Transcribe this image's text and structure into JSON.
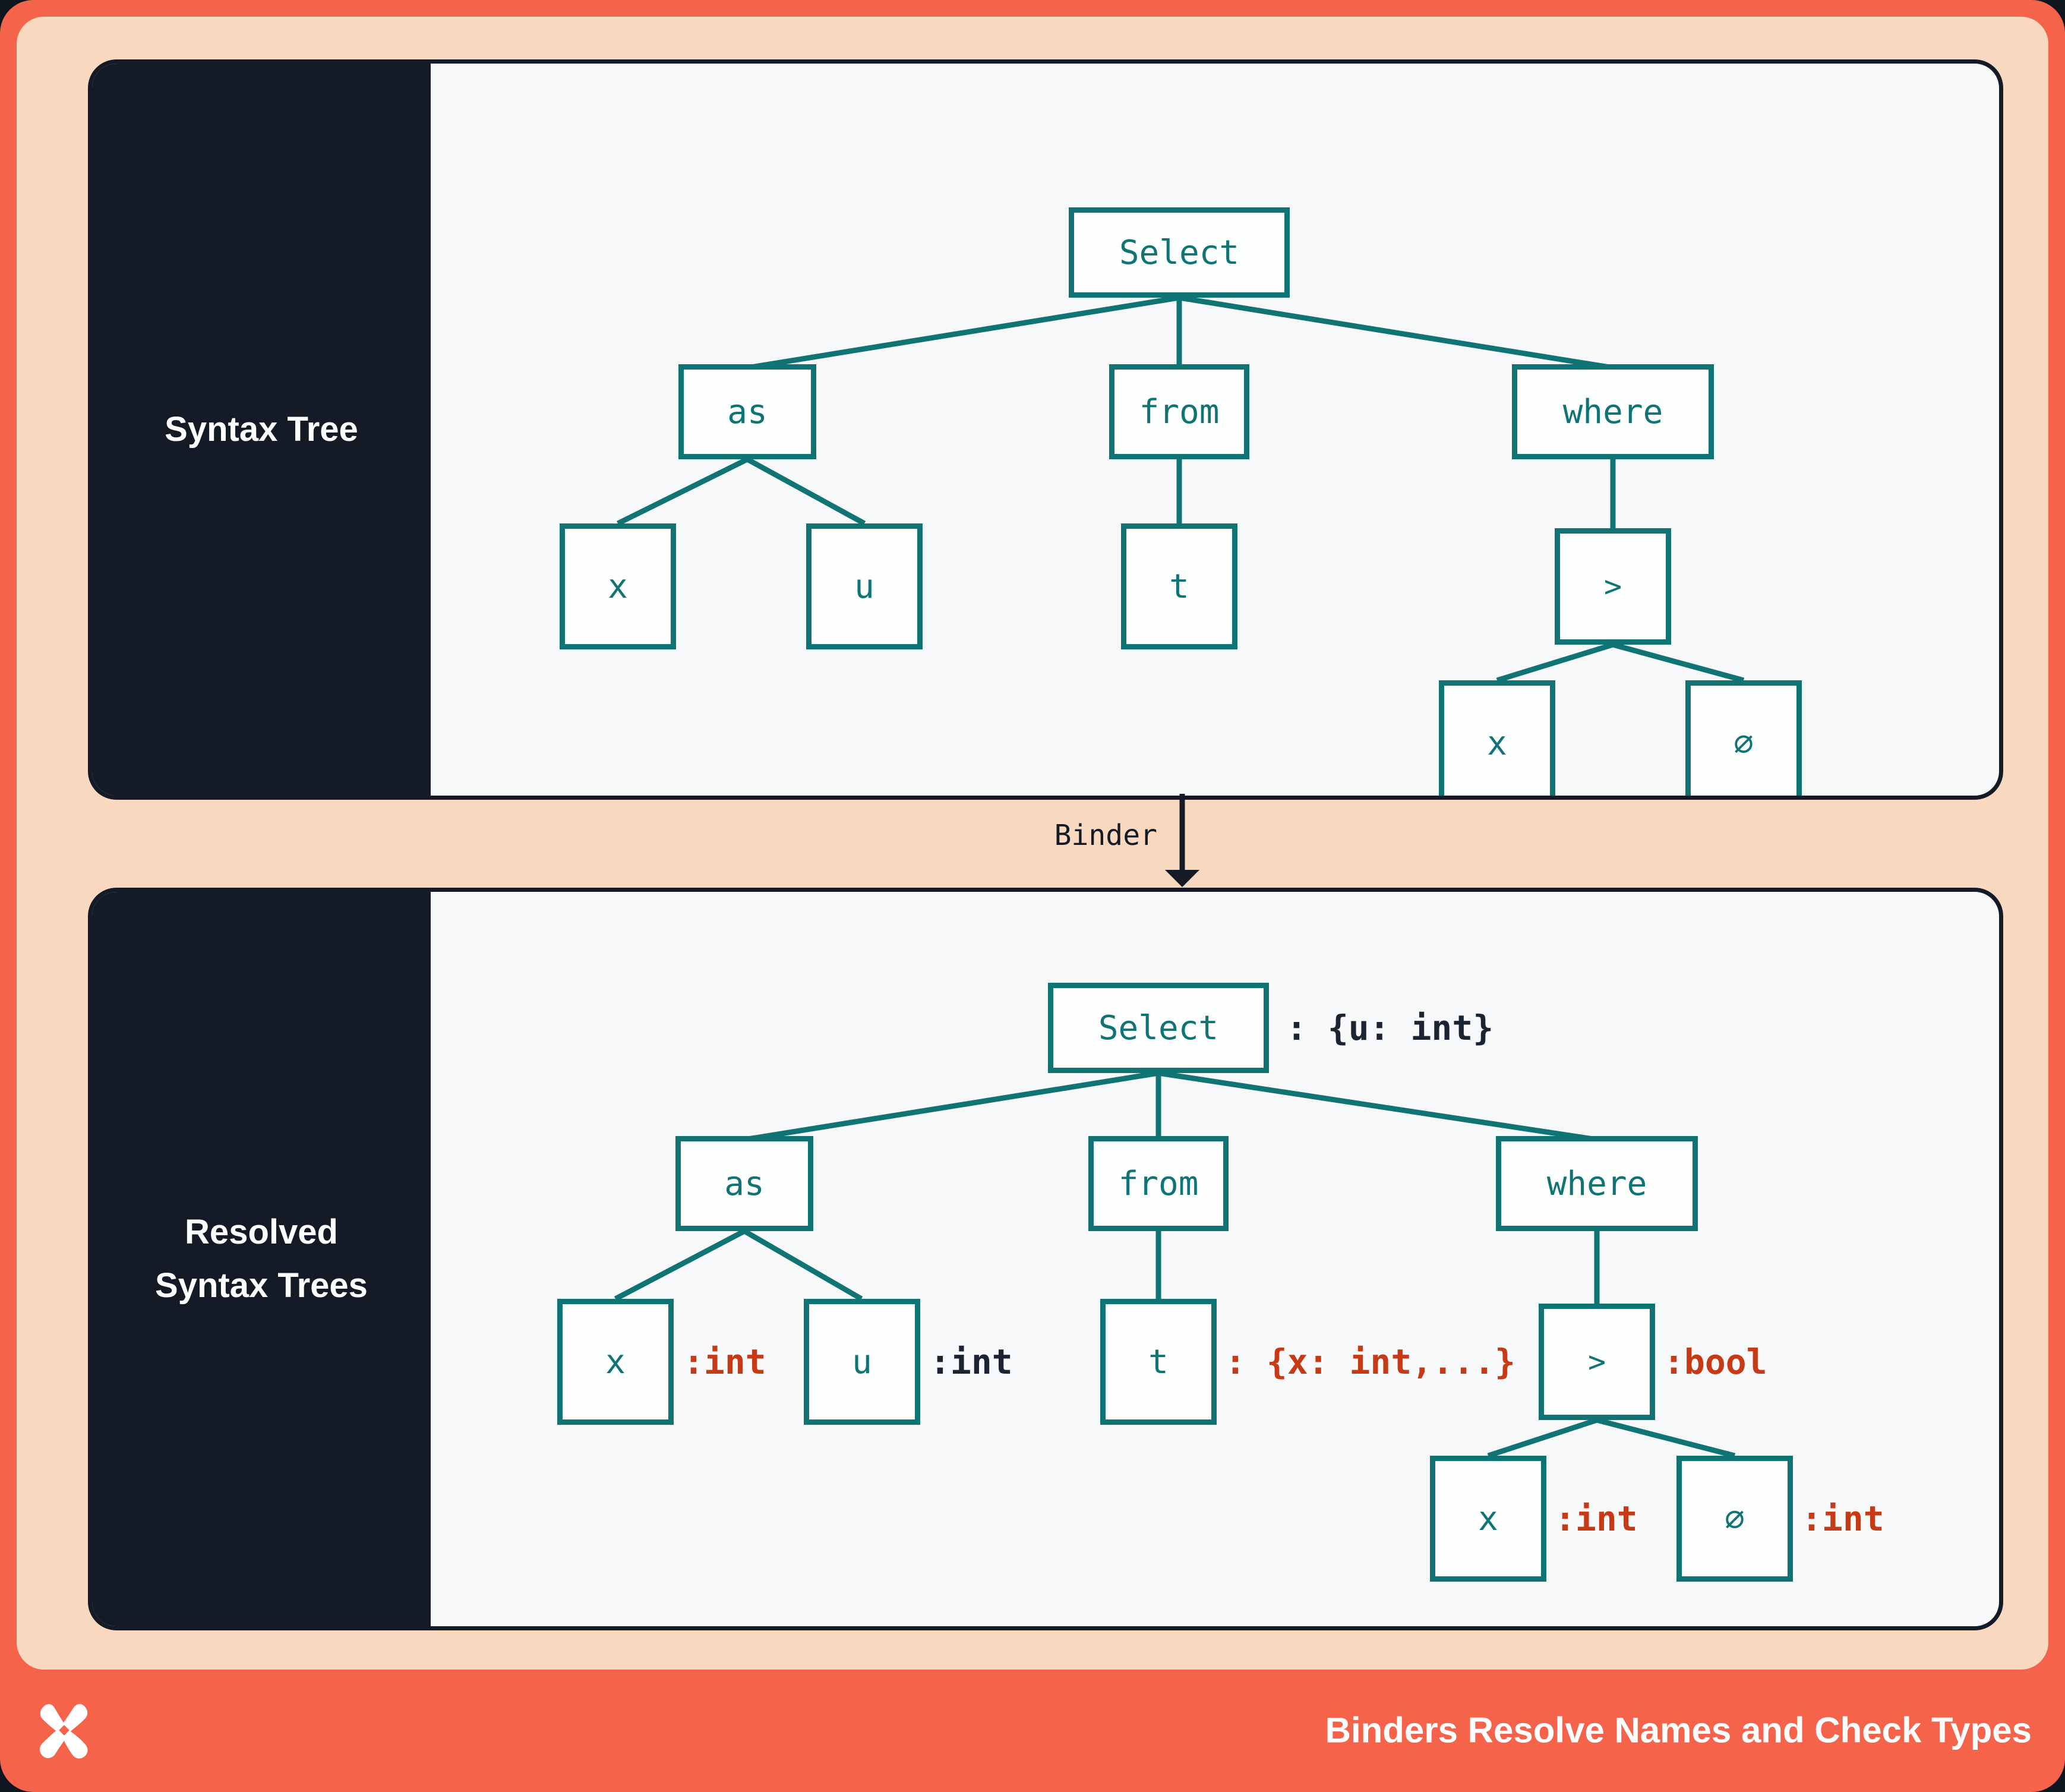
{
  "palette": {
    "coral": "#F4634A",
    "peach": "#F8D9BF",
    "navy": "#141B27",
    "panel_bg": "#F7F8F9",
    "teal": "#107374",
    "red_annotation": "#C73A16",
    "white": "#FFFFFF"
  },
  "top_panel": {
    "sidebar_label": "Syntax Tree",
    "tree": {
      "select": "Select",
      "as": "as",
      "from": "from",
      "where": "where",
      "x": "x",
      "u": "u",
      "t": "t",
      "gt": ">",
      "zero": "∅"
    }
  },
  "binder": {
    "label": "Binder",
    "arrow_icon": "down-arrow"
  },
  "bottom_panel": {
    "sidebar_label_line1": "Resolved",
    "sidebar_label_line2": "Syntax Trees",
    "tree": {
      "select": {
        "label": "Select",
        "annotation": ": {u: int}"
      },
      "as": {
        "label": "as"
      },
      "from": {
        "label": "from"
      },
      "where": {
        "label": "where"
      },
      "x": {
        "label": "x",
        "annotation": ":int"
      },
      "u": {
        "label": "u",
        "annotation": ":int"
      },
      "t": {
        "label": "t",
        "annotation": ": {x: int,...}"
      },
      "gt": {
        "label": ">",
        "annotation": ":bool"
      },
      "x2": {
        "label": "x",
        "annotation": ":int"
      },
      "zero": {
        "label": "∅",
        "annotation": ":int"
      }
    }
  },
  "footer": {
    "title": "Binders Resolve Names and Check Types",
    "logo": "x-pinwheel-logo"
  }
}
